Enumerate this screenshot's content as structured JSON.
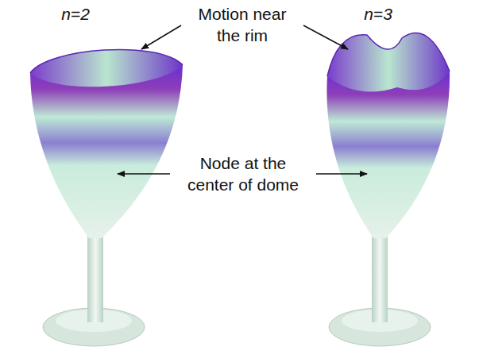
{
  "diagram": {
    "labels": [
      "n=2",
      "Motion near the rim",
      "n=3",
      "Node at the center of dome"
    ]
  }
}
